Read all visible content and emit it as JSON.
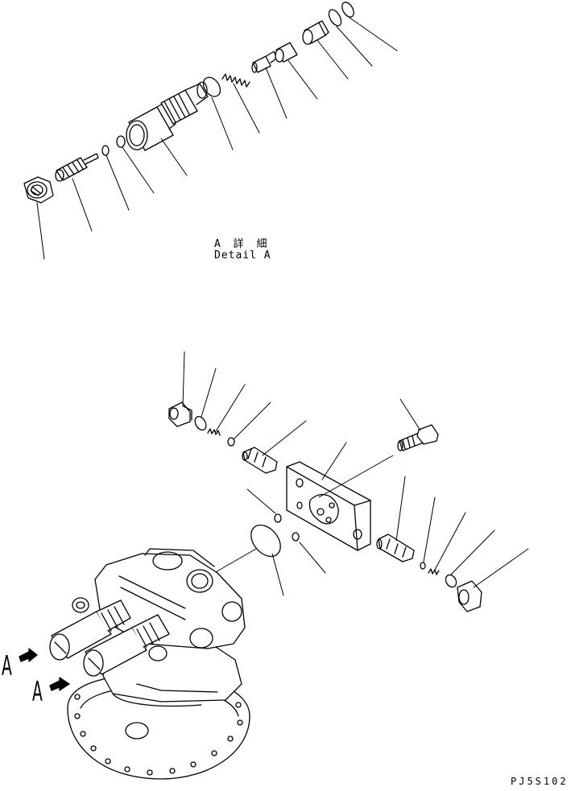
{
  "figure": {
    "detail_title_jp": "A 詳 細",
    "detail_title_en": "Detail A",
    "view_marker_1": "A",
    "view_marker_2": "A",
    "drawing_code": "PJ5S102"
  },
  "colors": {
    "line": "#000000",
    "background": "#ffffff"
  }
}
